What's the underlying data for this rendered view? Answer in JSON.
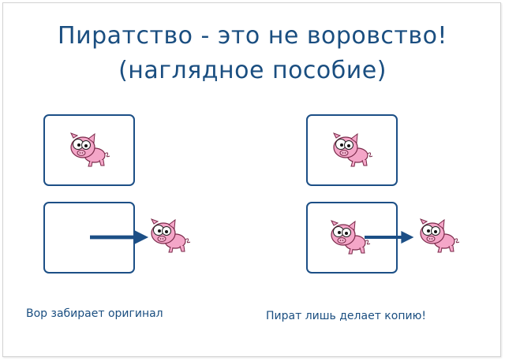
{
  "title": {
    "line1": "Пиратство - это не воровство!",
    "line2": "(наглядное пособие)"
  },
  "captions": {
    "left": "Вор забирает оригинал",
    "right": "Пират лишь делает копию!"
  },
  "colors": {
    "title": "#1a4e80",
    "box_border": "#1c4f86",
    "arrow": "#1c4f86",
    "pig_body": "#f4a6c8",
    "pig_outline": "#7a2a4a"
  },
  "icons": [
    "pig-icon",
    "arrow-right-icon"
  ]
}
